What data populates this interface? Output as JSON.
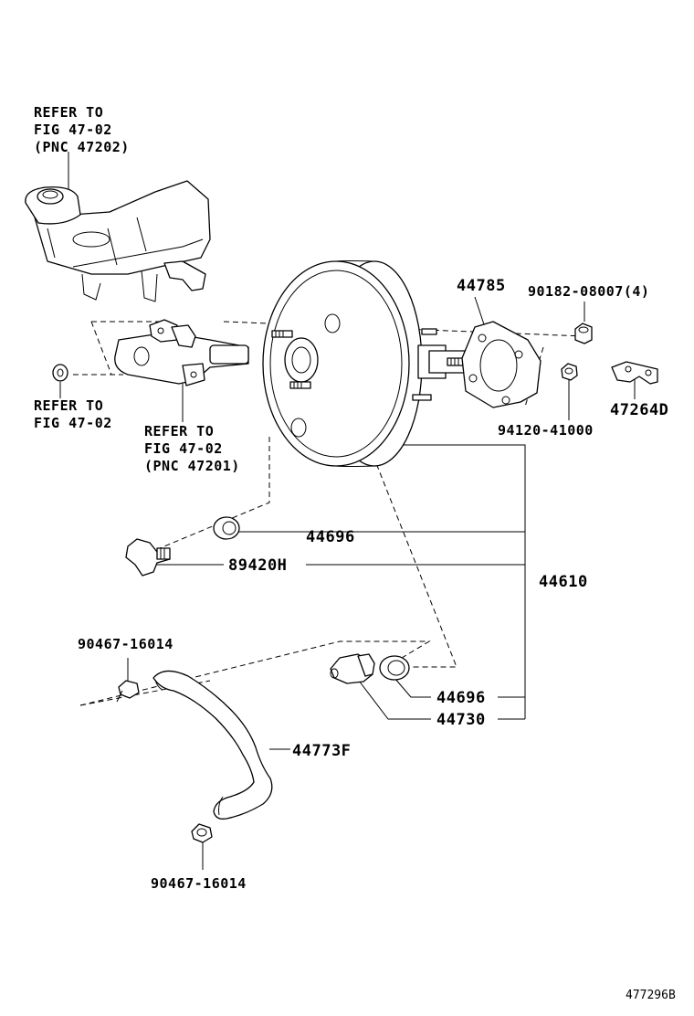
{
  "refs": {
    "reservoir": [
      "REFER TO",
      "FIG 47-02",
      "(PNC 47202)"
    ],
    "seal": [
      "REFER TO",
      "FIG 47-02"
    ],
    "master_cylinder": [
      "REFER TO",
      "FIG 47-02",
      "(PNC 47201)"
    ]
  },
  "parts": {
    "gasket": "44785",
    "nut_bolt": "90182-08007(4)",
    "nut": "94120-41000",
    "bracket": "47264D",
    "grommet_upper": "44696",
    "sensor": "89420H",
    "booster_assy": "44610",
    "clamp_upper": "90467-16014",
    "grommet_lower": "44696",
    "check_valve": "44730",
    "hose": "44773F",
    "clamp_lower": "90467-16014"
  },
  "figure_id": "477296B"
}
